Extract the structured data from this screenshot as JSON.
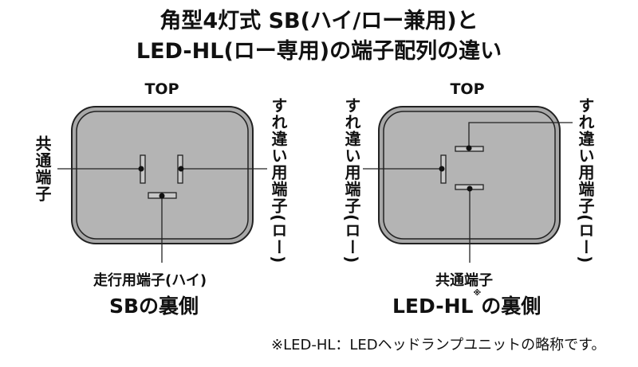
{
  "title": {
    "line1": "角型4灯式 SB(ハイ/ロー兼用)と",
    "line2": "LED-HL(ロー専用)の端子配列の違い"
  },
  "left_diagram": {
    "top_label": "TOP",
    "common_terminal_label": "共通端子",
    "low_terminal_label": "すれ違い用端子(ロー)",
    "high_terminal_label": "走行用端子(ハイ)",
    "caption": "SBの裏側"
  },
  "right_diagram": {
    "top_label": "TOP",
    "left_low_terminal_label": "すれ違い用端子(ロー)",
    "right_low_terminal_label": "すれ違い用端子(ロー)",
    "common_terminal_label": "共通端子",
    "caption_main": "LED-HL",
    "caption_mark": "※",
    "caption_suffix": "の裏側"
  },
  "footnote": "※LED-HL：LEDヘッドランプユニットの略称です。",
  "colors": {
    "connector_fill": "#b4b4b4",
    "connector_rim": "#a8a8a8",
    "outline": "#222222",
    "terminal_fill": "#c8c8c8"
  }
}
